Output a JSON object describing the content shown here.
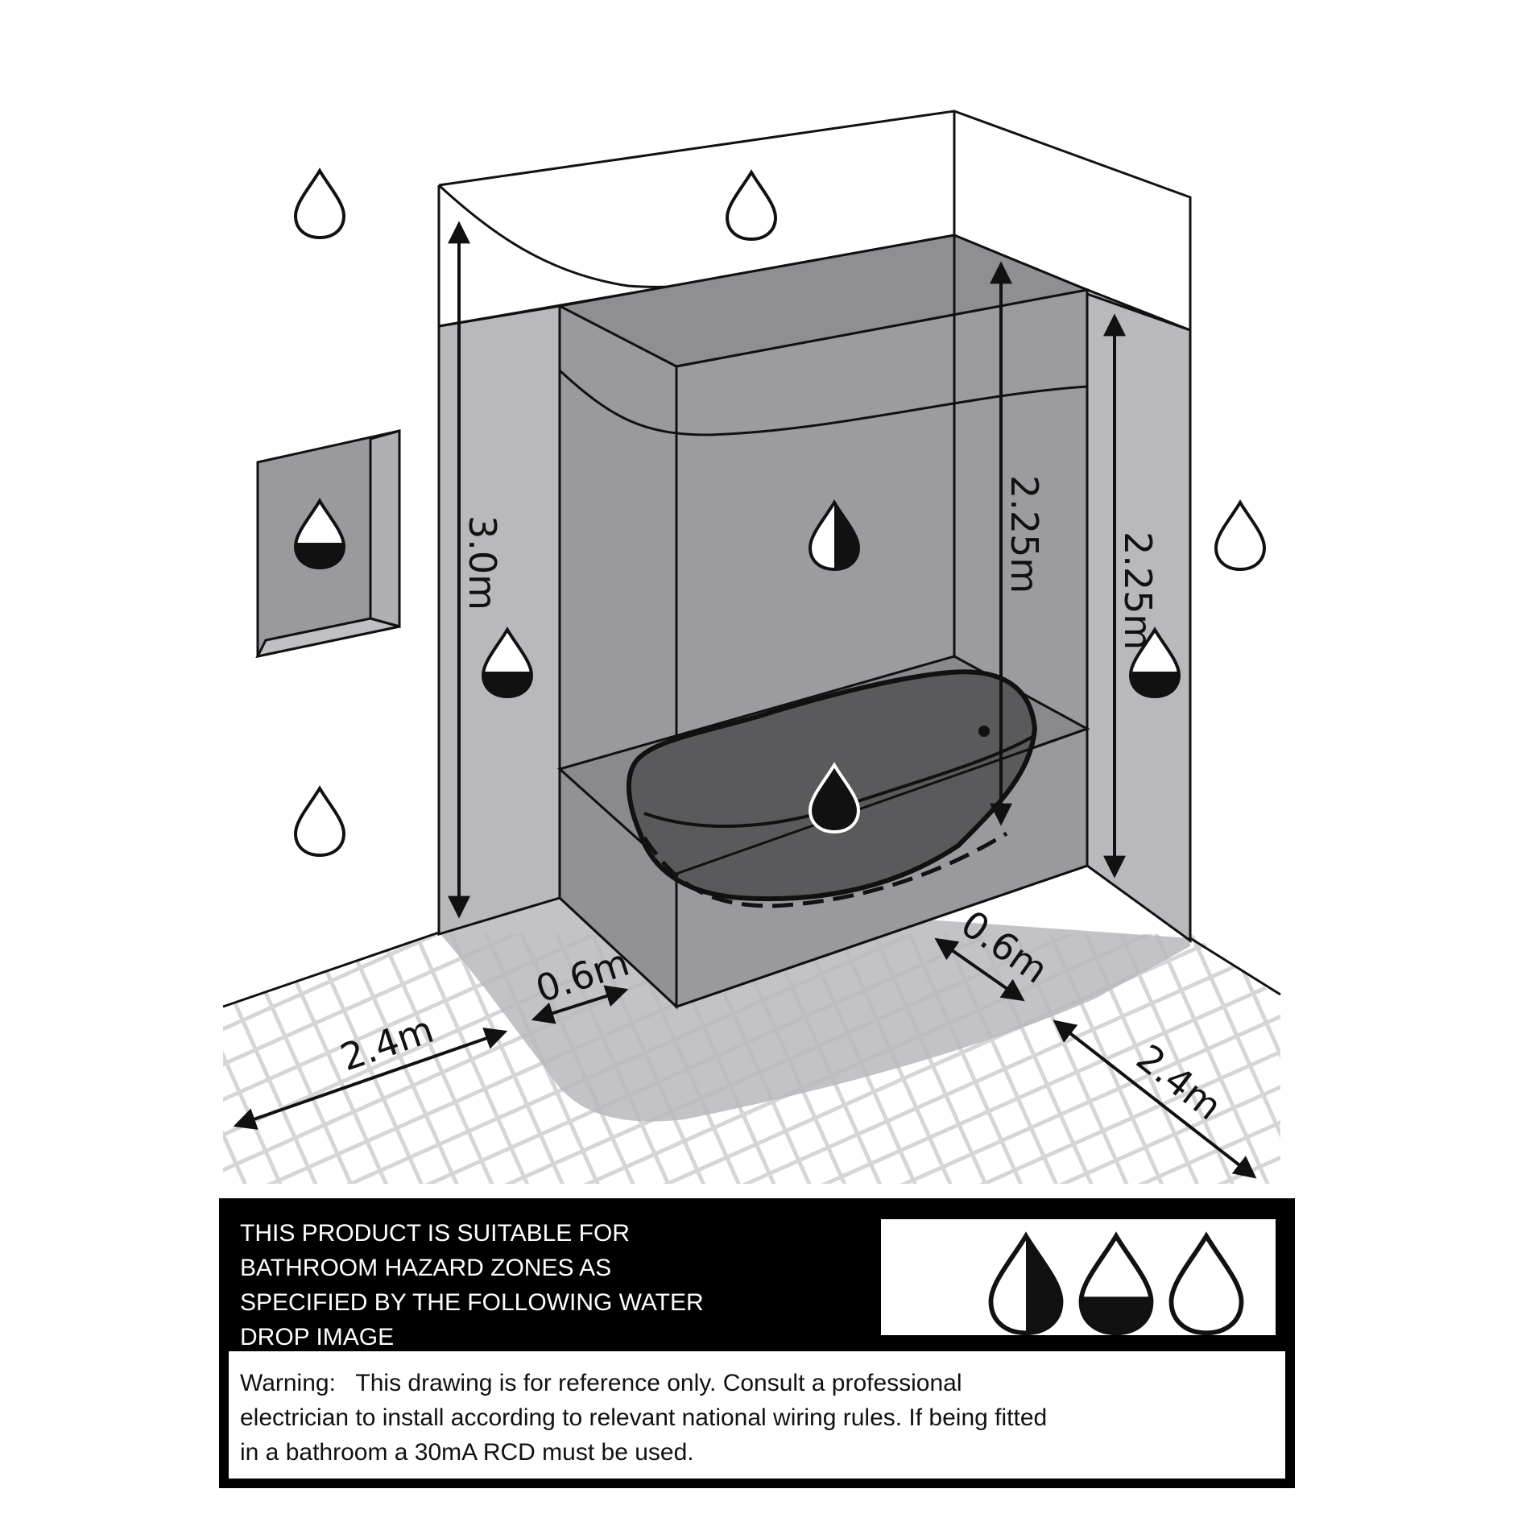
{
  "dimensions": {
    "height_total": "3.0m",
    "height_zone1_front": "2.25m",
    "height_zone1_side": "2.25m",
    "width_left_zone2": "0.6m",
    "width_right_zone2": "0.6m",
    "outer_left": "2.4m",
    "outer_right": "2.4m"
  },
  "drop_icons": [
    {
      "name": "outside-zone-drop-icon",
      "fill": "empty"
    },
    {
      "name": "top-zone-drop-icon",
      "fill": "empty"
    },
    {
      "name": "right-wall-drop-icon",
      "fill": "empty"
    },
    {
      "name": "lower-left-drop-icon",
      "fill": "empty"
    },
    {
      "name": "cabinet-drop-icon",
      "fill": "half-bottom"
    },
    {
      "name": "zone2-left-drop-icon",
      "fill": "half-bottom"
    },
    {
      "name": "zone2-right-drop-icon",
      "fill": "half-bottom"
    },
    {
      "name": "zone1-drop-icon",
      "fill": "half-vertical"
    },
    {
      "name": "zone0-bath-drop-icon",
      "fill": "full"
    }
  ],
  "info_panel": {
    "suitability_lines": [
      "THIS PRODUCT IS SUITABLE FOR",
      "BATHROOM HAZARD ZONES AS",
      "SPECIFIED BY THE FOLLOWING WATER",
      "DROP IMAGE"
    ],
    "suitable_drops": [
      "half-vertical",
      "half-bottom",
      "empty"
    ],
    "warning_lines": [
      "Warning:   This drawing is for reference only. Consult a professional",
      "electrician to install according to relevant national wiring rules. If being fitted",
      "in a bathroom a 30mA RCD must be used."
    ]
  },
  "colors": {
    "zone2": "#b9b9bd",
    "zone1": "#9a9a9e",
    "bath": "#5a5a5c",
    "floor_tile_grid": "#d6d6d8",
    "panel": "#000000"
  }
}
